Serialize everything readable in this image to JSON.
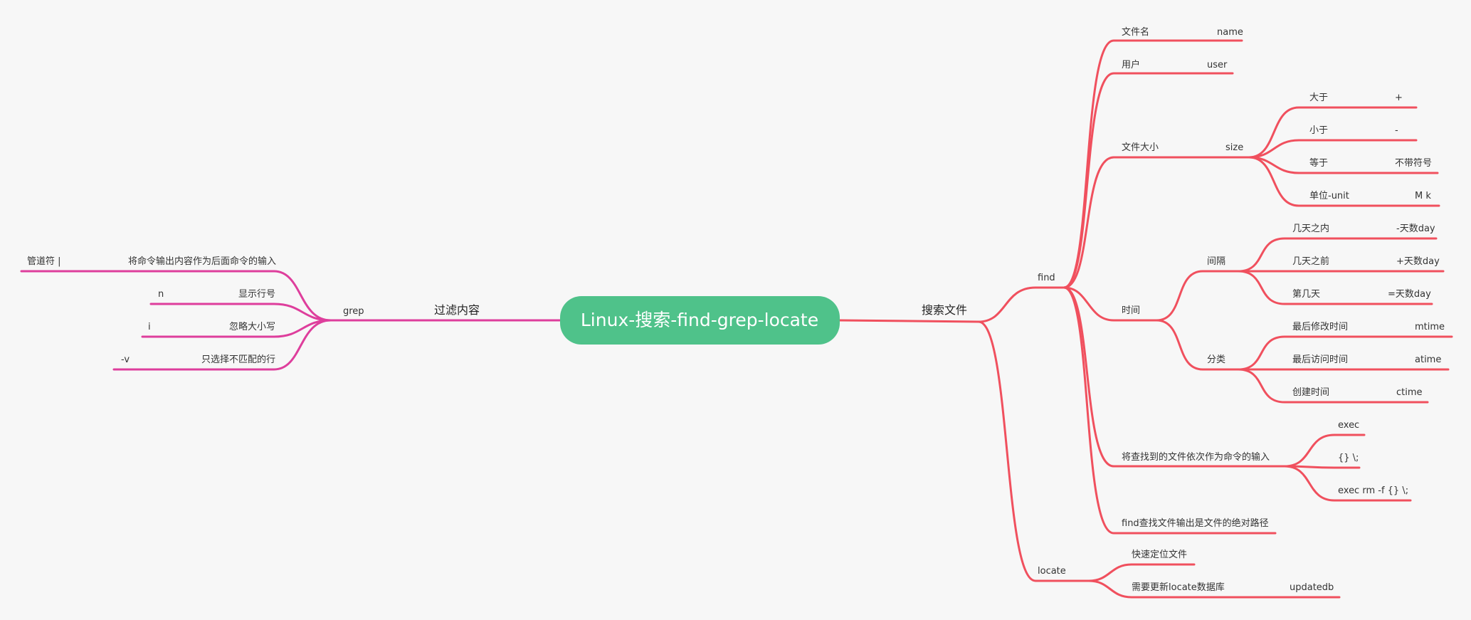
{
  "root": {
    "label": "Linux-搜索-find-grep-locate",
    "color": "#4fc28a"
  },
  "colors": {
    "right_branch": "#f0505e",
    "left_branch": "#de3e9c",
    "background": "#f7f7f7"
  },
  "right": {
    "label": "搜索文件",
    "find": {
      "label": "find",
      "filename": {
        "label": "文件名",
        "value": "name"
      },
      "user": {
        "label": "用户",
        "value": "user"
      },
      "size": {
        "label": "文件大小",
        "key": "size",
        "items": [
          {
            "label": "大于",
            "value": "+"
          },
          {
            "label": "小于",
            "value": "-"
          },
          {
            "label": "等于",
            "value": "不带符号"
          },
          {
            "label": "单位-unit",
            "value": "M k"
          }
        ]
      },
      "time": {
        "label": "时间",
        "interval": {
          "label": "间隔",
          "items": [
            {
              "label": "几天之内",
              "value": "-天数day"
            },
            {
              "label": "几天之前",
              "value": "+天数day"
            },
            {
              "label": "第几天",
              "value": "=天数day"
            }
          ]
        },
        "category": {
          "label": "分类",
          "items": [
            {
              "label": "最后修改时间",
              "value": "mtime"
            },
            {
              "label": "最后访问时间",
              "value": "atime"
            },
            {
              "label": "创建时间",
              "value": "ctime"
            }
          ]
        }
      },
      "exec": {
        "label": "将查找到的文件依次作为命令的输入",
        "items": [
          "exec",
          "{} \\;",
          "exec rm -f {}  \\;"
        ]
      },
      "abs_path": {
        "label": "find查找文件输出是文件的绝对路径"
      }
    },
    "locate": {
      "label": "locate",
      "quick": {
        "label": "快速定位文件"
      },
      "update": {
        "label": "需要更新locate数据库",
        "value": "updatedb"
      }
    }
  },
  "left": {
    "label": "过滤内容",
    "grep": {
      "label": "grep",
      "items": [
        {
          "label": "将命令输出内容作为后面命令的输入",
          "value": "管道符 |"
        },
        {
          "label": "显示行号",
          "value": "n"
        },
        {
          "label": "忽略大小写",
          "value": "i"
        },
        {
          "label": "只选择不匹配的行",
          "value": "-v"
        }
      ]
    }
  }
}
